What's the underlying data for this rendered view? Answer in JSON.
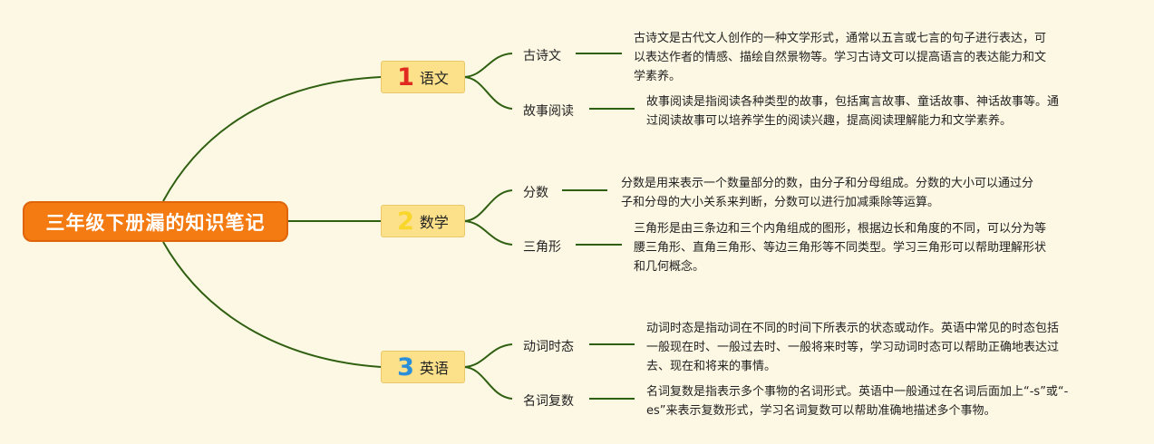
{
  "root": {
    "label": "三年级下册漏的知识笔记"
  },
  "topics": [
    {
      "number": "1",
      "number_color": "#e02a1f",
      "label": "语文",
      "subtopics": [
        {
          "label": "古诗文",
          "description": [
            "古诗文是古代文人创作的一种文学形式，通常以五言或七言的句子进行表达，可",
            "以表达作者的情感、描绘自然景物等。学习古诗文可以提高语言的表达能力和文",
            "学素养。"
          ]
        },
        {
          "label": "故事阅读",
          "description": [
            "故事阅读是指阅读各种类型的故事，包括寓言故事、童话故事、神话故事等。通",
            "过阅读故事可以培养学生的阅读兴趣，提高阅读理解能力和文学素养。"
          ]
        }
      ]
    },
    {
      "number": "2",
      "number_color": "#f8d62a",
      "label": "数学",
      "subtopics": [
        {
          "label": "分数",
          "description": [
            "分数是用来表示一个数量部分的数，由分子和分母组成。分数的大小可以通过分",
            "子和分母的大小关系来判断，分数可以进行加减乘除等运算。"
          ]
        },
        {
          "label": "三角形",
          "description": [
            "三角形是由三条边和三个内角组成的图形，根据边长和角度的不同，可以分为等",
            "腰三角形、直角三角形、等边三角形等不同类型。学习三角形可以帮助理解形状",
            "和几何概念。"
          ]
        }
      ]
    },
    {
      "number": "3",
      "number_color": "#2a8fd8",
      "label": "英语",
      "subtopics": [
        {
          "label": "动词时态",
          "description": [
            "动词时态是指动词在不同的时间下所表示的状态或动作。英语中常见的时态包括",
            "一般现在时、一般过去时、一般将来时等，学习动词时态可以帮助正确地表达过",
            "去、现在和将来的事情。"
          ]
        },
        {
          "label": "名词复数",
          "description": [
            "名词复数是指表示多个事物的名词形式。英语中一般通过在名词后面加上“-s”或“-",
            "es”来表示复数形式，学习名词复数可以帮助准确地描述多个事物。"
          ]
        }
      ]
    }
  ]
}
